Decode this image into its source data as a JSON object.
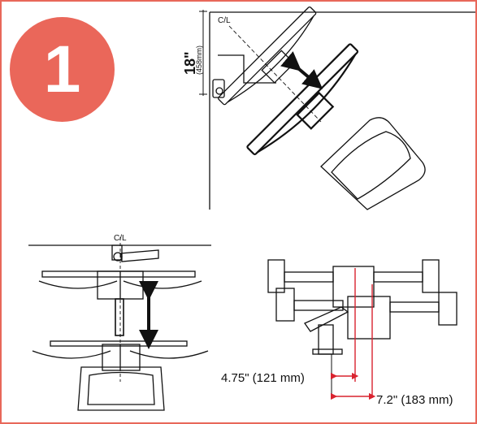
{
  "step_number": "1",
  "colors": {
    "accent": "#ea675a",
    "border": "#e8675a",
    "ink": "#111111",
    "dim": "#d9232f"
  },
  "top_view": {
    "centerline_label": "C/L",
    "height_value": "18\"",
    "height_metric": "(458mm)"
  },
  "front_view": {
    "centerline_label": "C/L"
  },
  "side_view": {
    "offset_short": "4.75\" (121 mm)",
    "offset_long": "7.2\" (183 mm)"
  },
  "icons": [
    "double-arrow-icon",
    "vertical-double-arrow-icon"
  ]
}
